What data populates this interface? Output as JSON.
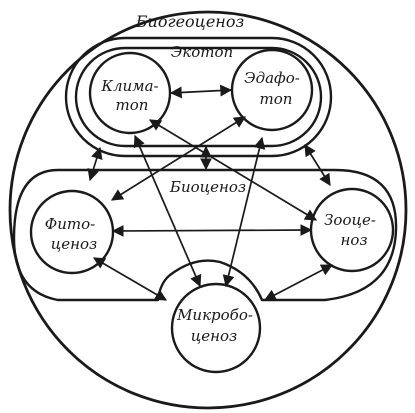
{
  "diagram": {
    "outer_label": "Биогеоценоз",
    "ecotope_label": "Экотоп",
    "biocenosis_label": "Биоценоз",
    "nodes": {
      "climatope": [
        "Клима-",
        "топ"
      ],
      "edaphotope": [
        "Эдафо-",
        "топ"
      ],
      "phytocenosis": [
        "Фито-",
        "ценоз"
      ],
      "zoocenosis": [
        "Зооце-",
        "ноз"
      ],
      "microbocenosis": [
        "Микробо-",
        "ценоз"
      ]
    }
  }
}
